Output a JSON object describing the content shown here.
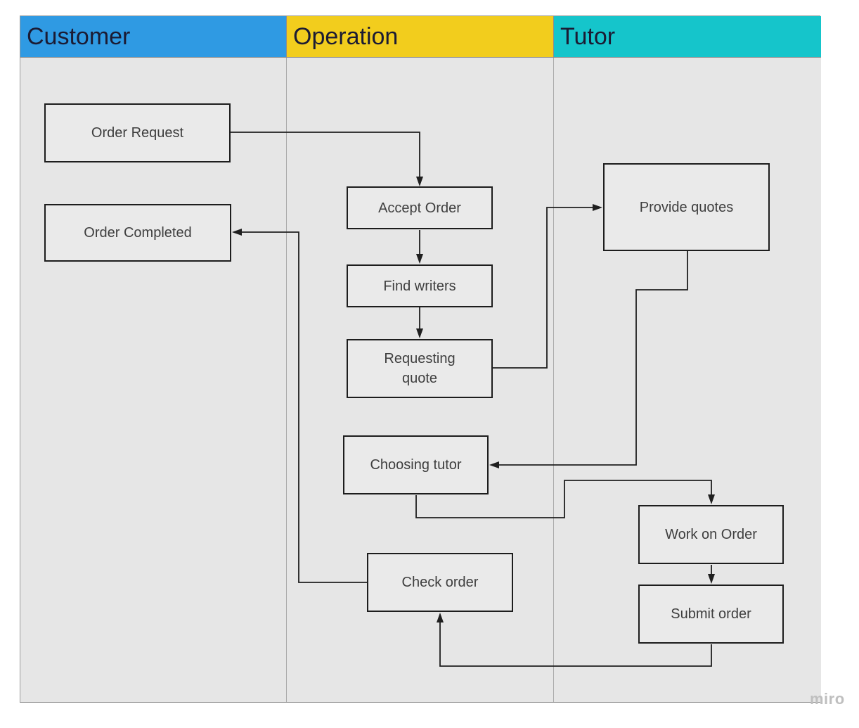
{
  "diagram": {
    "type": "swimlane-flowchart",
    "watermark": "miro",
    "colors": {
      "lane_customer_header": "#2f9ae3",
      "lane_operation_header": "#f2cd1d",
      "lane_tutor_header": "#15c5cb",
      "lane_body_background": "#e6e6e6",
      "node_fill": "#eaeaea",
      "node_border": "#1d1d1d",
      "connector": "#1f1f1f",
      "header_text": "#1b1b33",
      "node_text": "#3e3e3e"
    },
    "lanes": [
      {
        "id": "customer",
        "label": "Customer"
      },
      {
        "id": "operation",
        "label": "Operation"
      },
      {
        "id": "tutor",
        "label": "Tutor"
      }
    ],
    "nodes": [
      {
        "id": "order-request",
        "label": "Order Request",
        "lane": "customer"
      },
      {
        "id": "order-completed",
        "label": "Order Completed",
        "lane": "customer"
      },
      {
        "id": "accept-order",
        "label": "Accept Order",
        "lane": "operation"
      },
      {
        "id": "find-writers",
        "label": "Find writers",
        "lane": "operation"
      },
      {
        "id": "requesting-quote",
        "label": "Requesting quote",
        "lane": "operation"
      },
      {
        "id": "provide-quotes",
        "label": "Provide quotes",
        "lane": "tutor"
      },
      {
        "id": "choosing-tutor",
        "label": "Choosing tutor",
        "lane": "operation"
      },
      {
        "id": "work-on-order",
        "label": "Work on Order",
        "lane": "tutor"
      },
      {
        "id": "submit-order",
        "label": "Submit order",
        "lane": "tutor"
      },
      {
        "id": "check-order",
        "label": "Check order",
        "lane": "operation"
      }
    ],
    "edges": [
      {
        "from": "order-request",
        "to": "accept-order"
      },
      {
        "from": "accept-order",
        "to": "find-writers"
      },
      {
        "from": "find-writers",
        "to": "requesting-quote"
      },
      {
        "from": "requesting-quote",
        "to": "provide-quotes"
      },
      {
        "from": "provide-quotes",
        "to": "choosing-tutor"
      },
      {
        "from": "choosing-tutor",
        "to": "work-on-order"
      },
      {
        "from": "work-on-order",
        "to": "submit-order"
      },
      {
        "from": "submit-order",
        "to": "check-order"
      },
      {
        "from": "check-order",
        "to": "order-completed"
      }
    ]
  }
}
